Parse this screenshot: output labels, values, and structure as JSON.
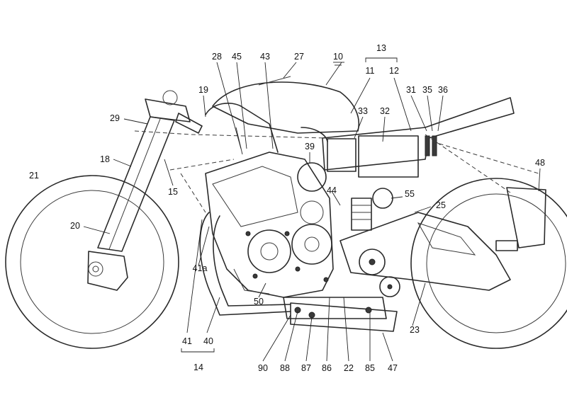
{
  "diagram": {
    "reference_numerals": [
      {
        "id": "n28",
        "text": "28"
      },
      {
        "id": "n45",
        "text": "45"
      },
      {
        "id": "n43",
        "text": "43"
      },
      {
        "id": "n27",
        "text": "27"
      },
      {
        "id": "n10",
        "text": "10"
      },
      {
        "id": "n13",
        "text": "13"
      },
      {
        "id": "n11",
        "text": "11"
      },
      {
        "id": "n12",
        "text": "12"
      },
      {
        "id": "n19",
        "text": "19"
      },
      {
        "id": "n31",
        "text": "31"
      },
      {
        "id": "n35",
        "text": "35"
      },
      {
        "id": "n36",
        "text": "36"
      },
      {
        "id": "n29",
        "text": "29"
      },
      {
        "id": "n33",
        "text": "33"
      },
      {
        "id": "n32",
        "text": "32"
      },
      {
        "id": "n39",
        "text": "39"
      },
      {
        "id": "n18",
        "text": "18"
      },
      {
        "id": "n48",
        "text": "48"
      },
      {
        "id": "n21",
        "text": "21"
      },
      {
        "id": "n15",
        "text": "15"
      },
      {
        "id": "n44",
        "text": "44"
      },
      {
        "id": "n55",
        "text": "55"
      },
      {
        "id": "n25",
        "text": "25"
      },
      {
        "id": "n20",
        "text": "20"
      },
      {
        "id": "n41a",
        "text": "41a"
      },
      {
        "id": "n50",
        "text": "50"
      },
      {
        "id": "n23",
        "text": "23"
      },
      {
        "id": "n41",
        "text": "41"
      },
      {
        "id": "n40",
        "text": "40"
      },
      {
        "id": "n14",
        "text": "14"
      },
      {
        "id": "n90",
        "text": "90"
      },
      {
        "id": "n88",
        "text": "88"
      },
      {
        "id": "n87",
        "text": "87"
      },
      {
        "id": "n86",
        "text": "86"
      },
      {
        "id": "n22",
        "text": "22"
      },
      {
        "id": "n85",
        "text": "85"
      },
      {
        "id": "n47",
        "text": "47"
      }
    ]
  }
}
